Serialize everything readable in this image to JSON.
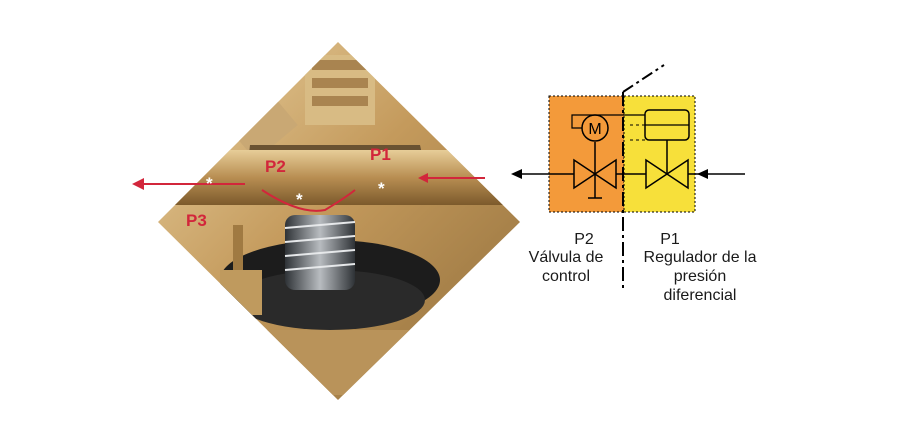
{
  "photo": {
    "labels": {
      "p1": "P1",
      "p2": "P2",
      "p3": "P3"
    },
    "marker": "*",
    "description_colors": {
      "brass": "#c9a46a",
      "dark_brass": "#8a6a3a",
      "flow_arrow": "#d2263b",
      "spring": "#555a60"
    }
  },
  "schematic": {
    "left_box_color": "#f39a3a",
    "right_box_color": "#f7e03a",
    "left": {
      "code": "P2",
      "line1": "Válvula de",
      "line2": "control"
    },
    "right": {
      "code": "P1",
      "line1": "Regulador de la",
      "line2": "presión",
      "line3": "diferencial"
    },
    "motor_symbol": "M"
  }
}
